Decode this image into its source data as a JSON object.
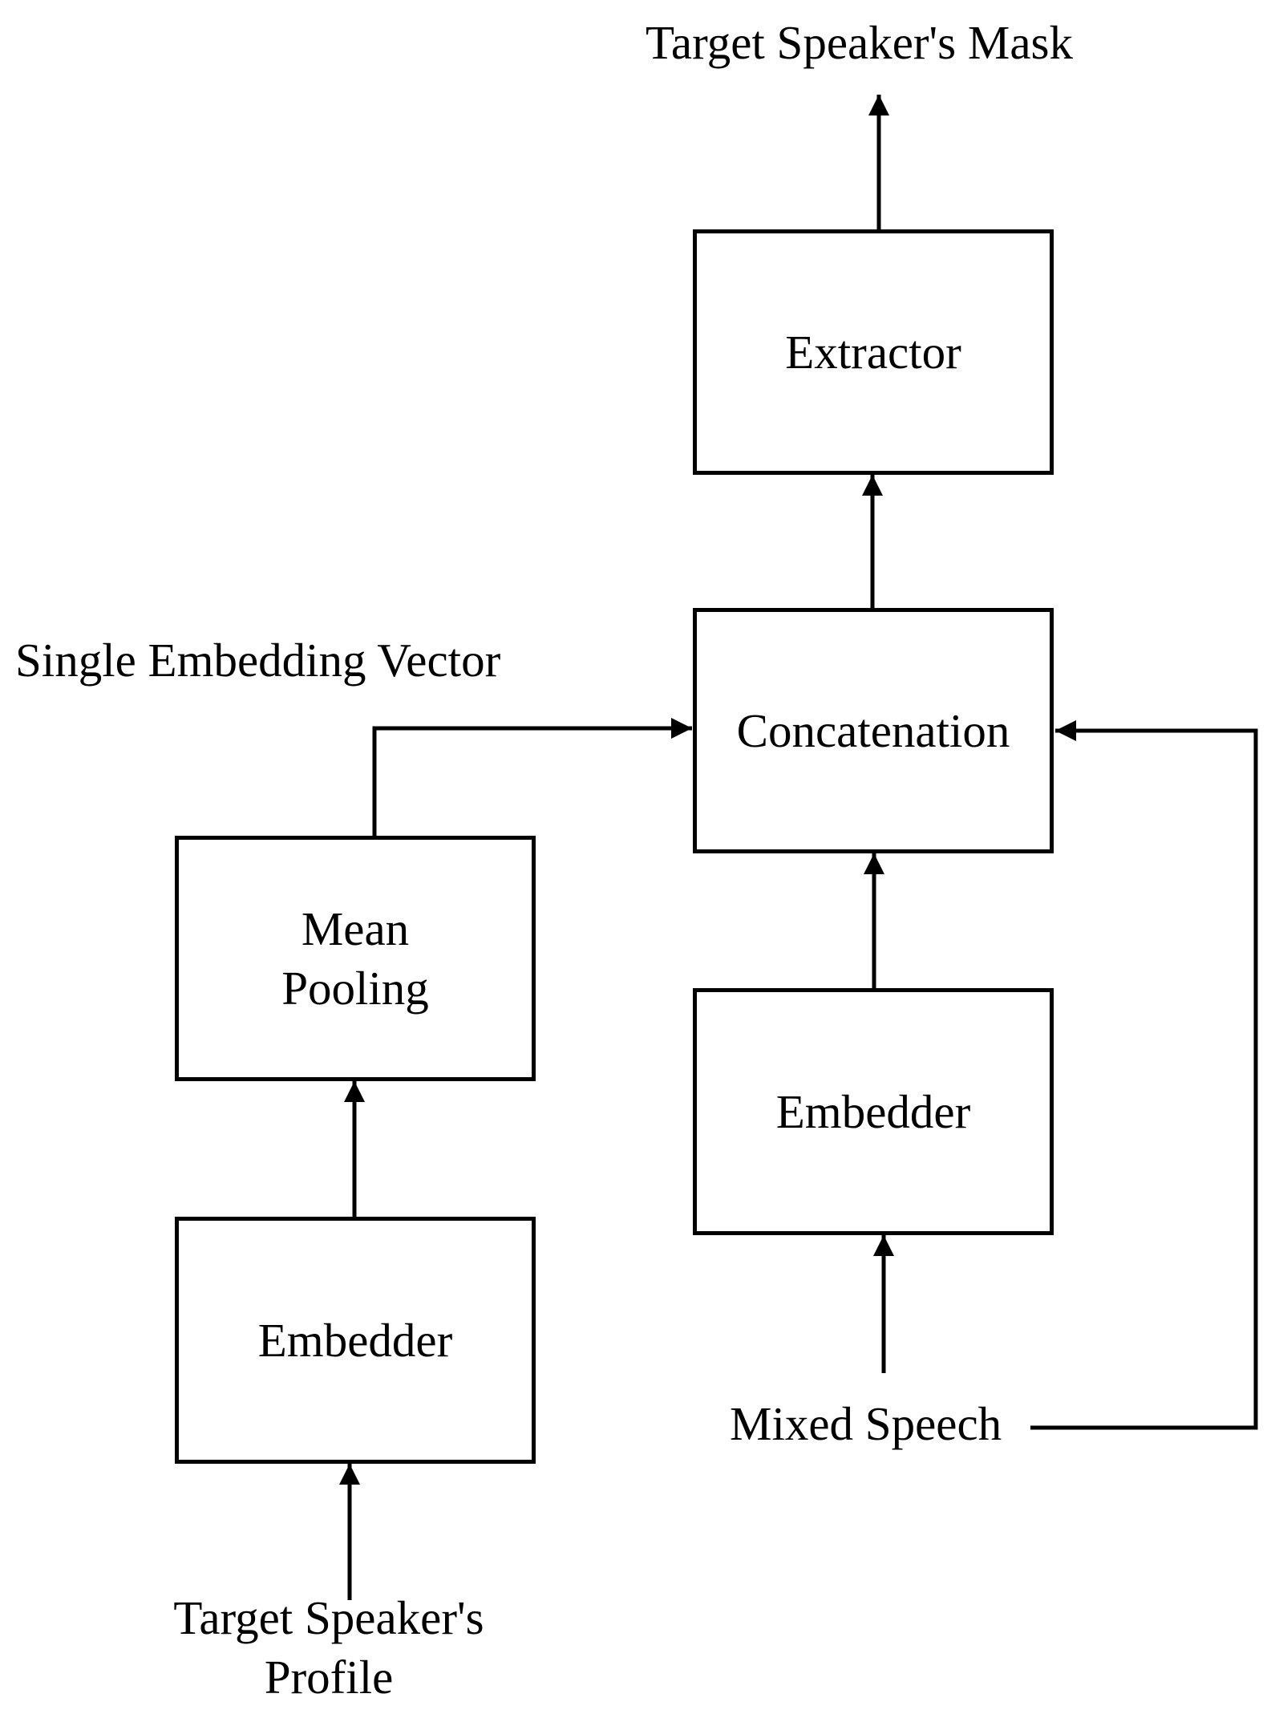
{
  "diagram": {
    "title": "",
    "outputs": {
      "mask_label": "Target Speaker's Mask"
    },
    "inputs": {
      "profile_label_line1": "Target Speaker's",
      "profile_label_line2": "Profile",
      "mixed_speech_label": "Mixed Speech"
    },
    "annotations": {
      "embedding_vector_label": "Single Embedding Vector"
    },
    "blocks": {
      "extractor": "Extractor",
      "concatenation": "Concatenation",
      "mean_pooling": "Mean\nPooling",
      "embedder_right": "Embedder",
      "embedder_left": "Embedder"
    },
    "colors": {
      "stroke": "#000000",
      "background": "#ffffff"
    }
  }
}
